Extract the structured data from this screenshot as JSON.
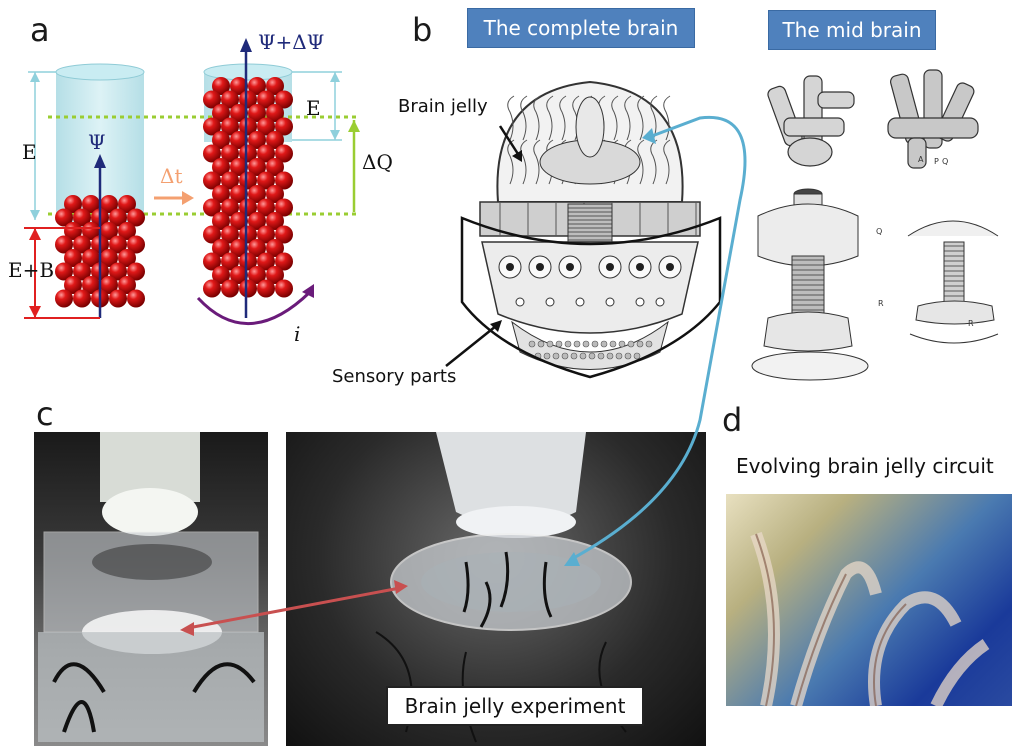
{
  "panels": {
    "a": {
      "letter": "a",
      "labels": {
        "E_left": "E",
        "psi": "Ψ",
        "E_plus_B": "E+B",
        "delta_t": "Δt",
        "psi_plus_dpsi": "Ψ+ΔΨ",
        "E_right": "E",
        "delta_Q": "ΔQ",
        "current": "i"
      }
    },
    "b": {
      "letter": "b",
      "tag_complete": "The complete brain",
      "tag_mid": "The mid brain",
      "label_jelly": "Brain jelly",
      "label_sensory": "Sensory parts",
      "mid_letters": [
        "A",
        "P",
        "Q",
        "Q",
        "R",
        "R"
      ]
    },
    "c": {
      "letter": "c",
      "experiment_label": "Brain jelly experiment"
    },
    "d": {
      "letter": "d",
      "title": "Evolving brain jelly circuit"
    }
  },
  "colors": {
    "tag_blue": "#4f81bd",
    "ball_red": "#d01010",
    "cyl_cyan": "#bfe6ec",
    "arrow_navy": "#1f2a7a",
    "guide_green": "#9acd32",
    "arrow_orange": "#f4a070",
    "arc_purple": "#6a1b7a",
    "connector_cyan": "#5aaed0",
    "connector_red": "#c85050"
  }
}
